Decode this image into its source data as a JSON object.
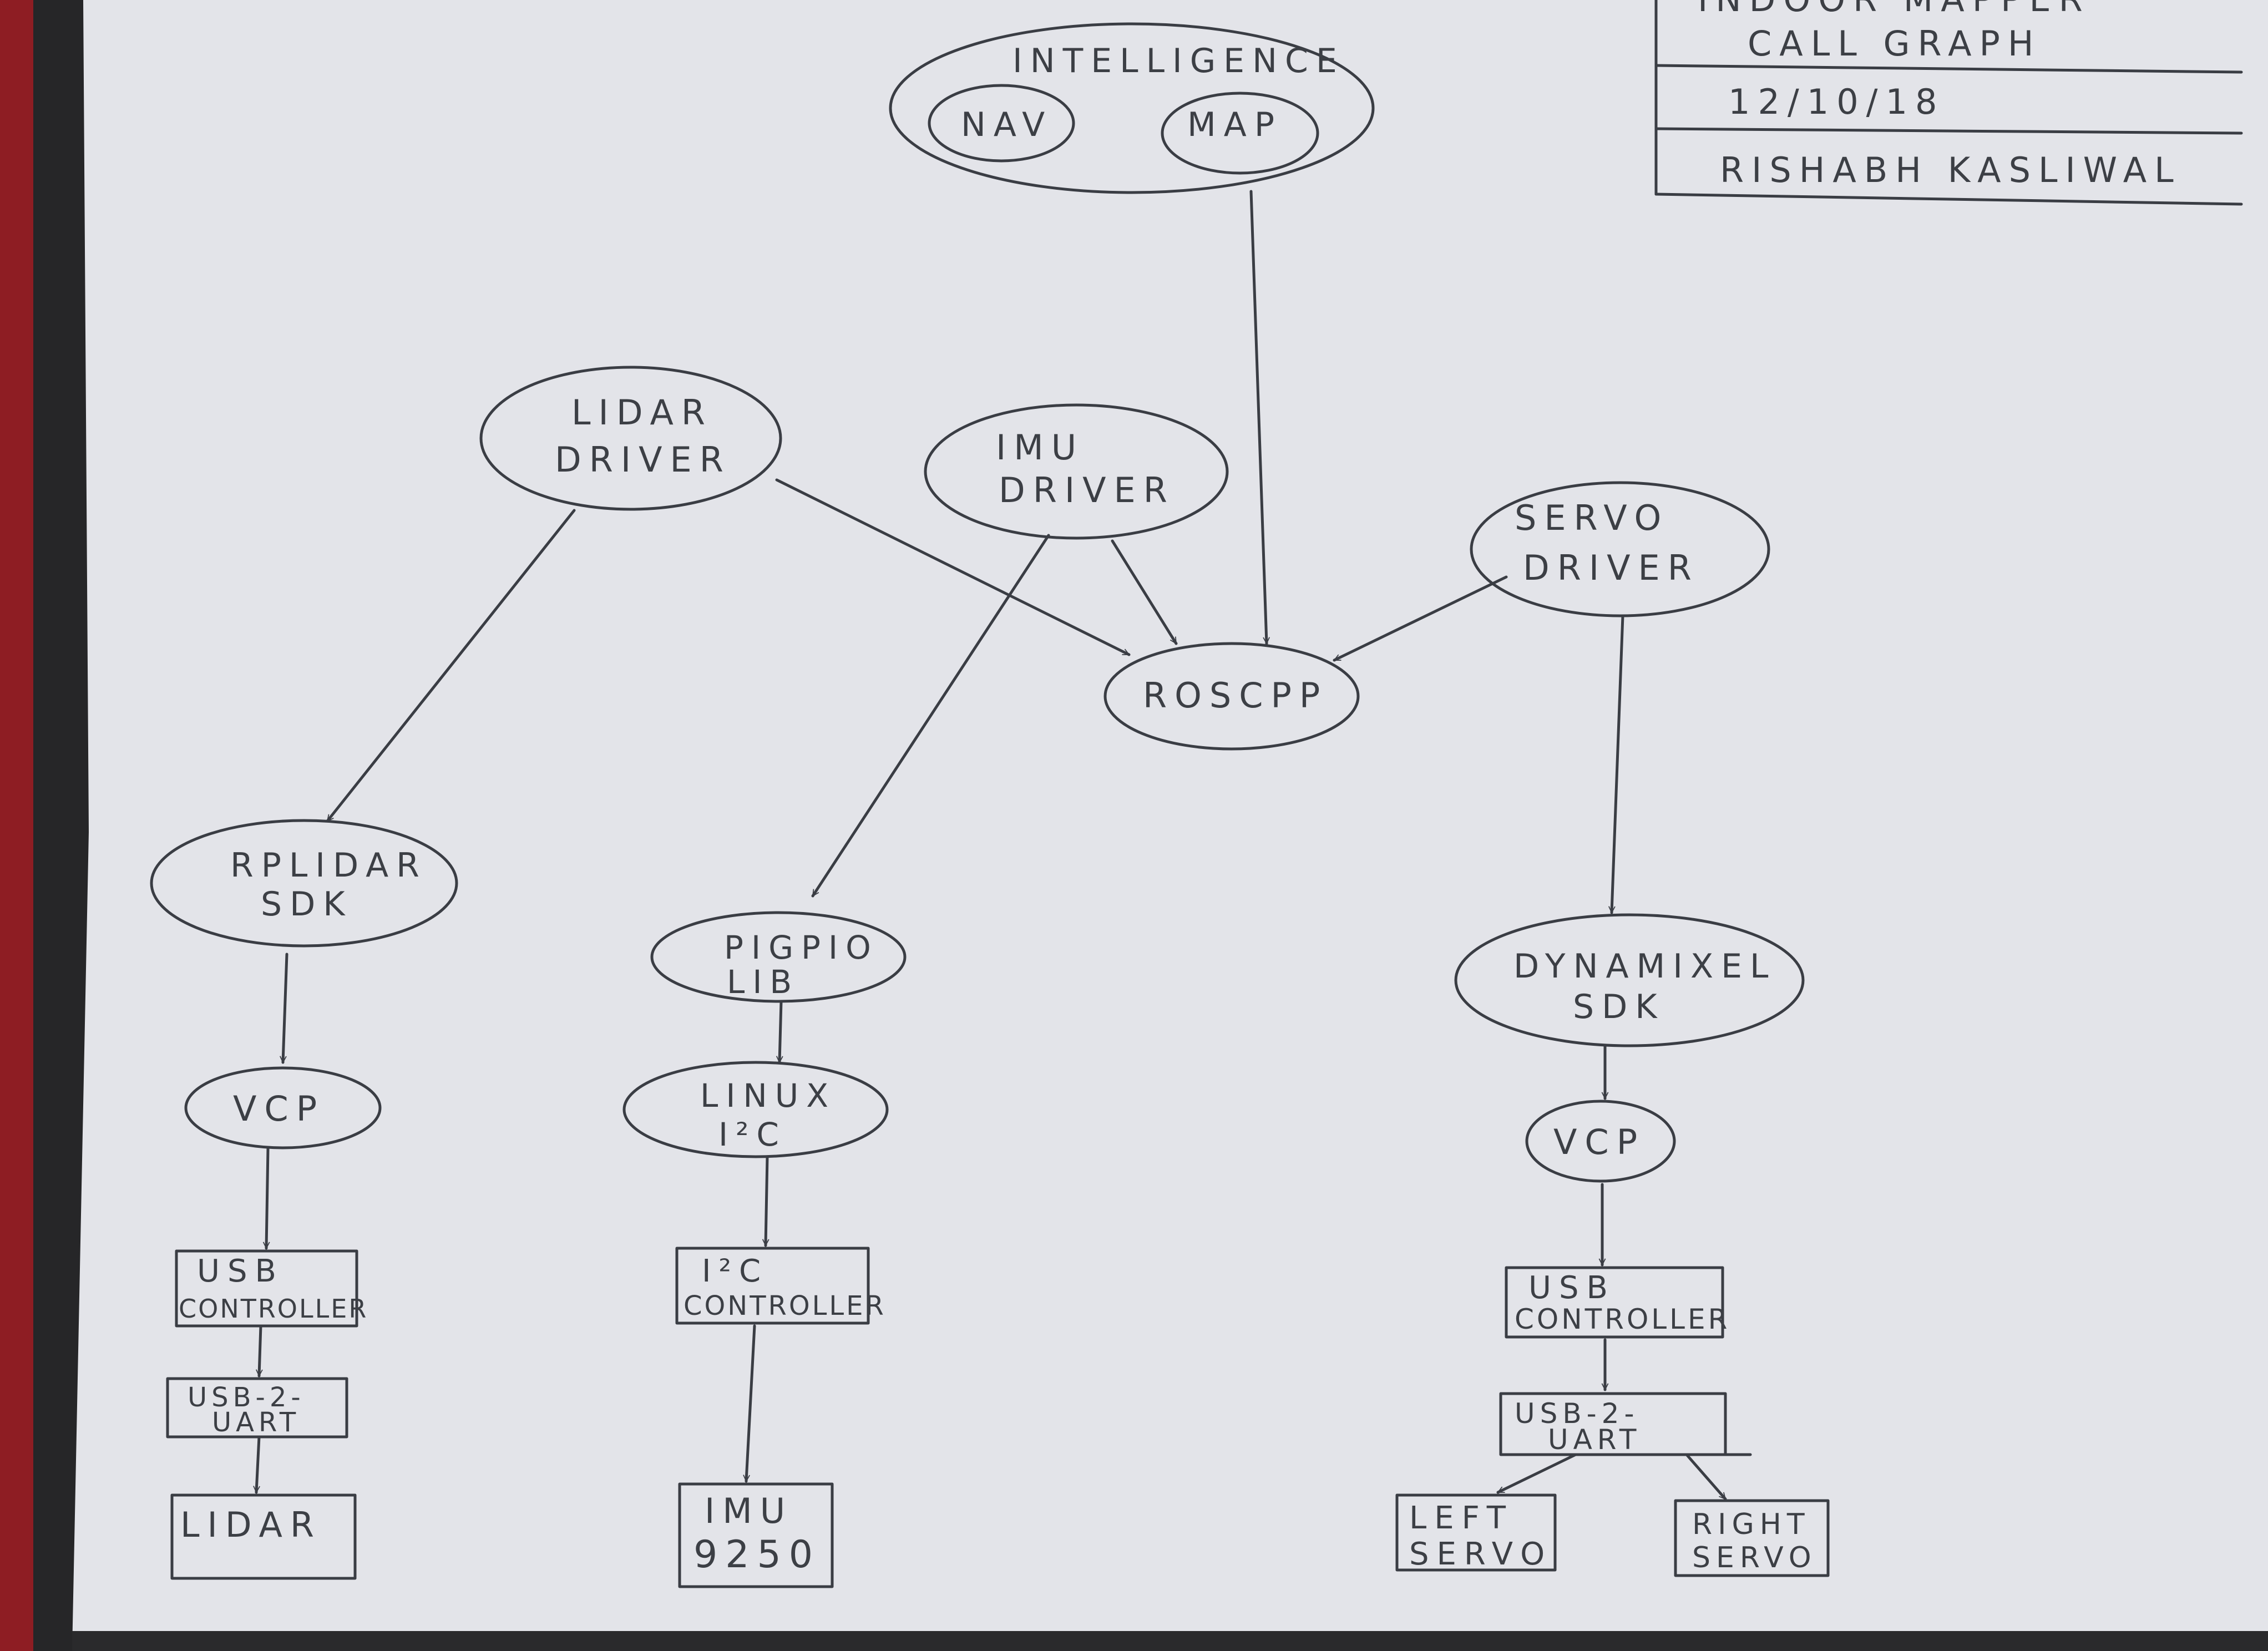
{
  "title_block": {
    "line1": "INDOOR MAPPER",
    "line2": "CALL GRAPH",
    "date": "12/10/18",
    "author": "RISHABH KASLIWAL"
  },
  "nodes": {
    "intelligence": {
      "label": "INTELLIGENCE"
    },
    "nav": {
      "label": "NAV"
    },
    "map": {
      "label": "MAP"
    },
    "lidar_driver": {
      "line1": "LIDAR",
      "line2": "DRIVER"
    },
    "imu_driver": {
      "line1": "IMU",
      "line2": "DRIVER"
    },
    "servo_driver": {
      "line1": "SERVO",
      "line2": "DRIVER"
    },
    "roscpp": {
      "label": "ROSCPP"
    },
    "rplidar_sdk": {
      "line1": "RPLIDAR",
      "line2": "SDK"
    },
    "pigpio_lib": {
      "line1": "PIGPIO",
      "line2": "LIB"
    },
    "dynamixel_sdk": {
      "line1": "DYNAMIXEL",
      "line2": "SDK"
    },
    "vcp_left": {
      "label": "VCP"
    },
    "linux_i2c": {
      "line1": "LINUX",
      "line2": "I²C"
    },
    "vcp_right": {
      "label": "VCP"
    },
    "usb_controller_left": {
      "line1": "USB",
      "line2": "CONTROLLER"
    },
    "i2c_controller": {
      "line1": "I²C",
      "line2": "CONTROLLER"
    },
    "usb_controller_right": {
      "line1": "USB",
      "line2": "CONTROLLER"
    },
    "usb2uart_left": {
      "line1": "USB-2-",
      "line2": "UART"
    },
    "usb2uart_right": {
      "line1": "USB-2-",
      "line2": "UART"
    },
    "lidar": {
      "label": "LIDAR"
    },
    "imu_9250": {
      "line1": "IMU",
      "line2": "9250"
    },
    "left_servo": {
      "line1": "LEFT",
      "line2": "SERVO"
    },
    "right_servo": {
      "line1": "RIGHT",
      "line2": "SERVO"
    }
  },
  "edges": [
    {
      "from": "map",
      "to": "roscpp"
    },
    {
      "from": "lidar_driver",
      "to": "roscpp"
    },
    {
      "from": "imu_driver",
      "to": "roscpp"
    },
    {
      "from": "servo_driver",
      "to": "roscpp"
    },
    {
      "from": "lidar_driver",
      "to": "rplidar_sdk"
    },
    {
      "from": "imu_driver",
      "to": "pigpio_lib"
    },
    {
      "from": "servo_driver",
      "to": "dynamixel_sdk"
    },
    {
      "from": "rplidar_sdk",
      "to": "vcp_left"
    },
    {
      "from": "vcp_left",
      "to": "usb_controller_left"
    },
    {
      "from": "usb_controller_left",
      "to": "usb2uart_left"
    },
    {
      "from": "usb2uart_left",
      "to": "lidar"
    },
    {
      "from": "pigpio_lib",
      "to": "linux_i2c"
    },
    {
      "from": "linux_i2c",
      "to": "i2c_controller"
    },
    {
      "from": "i2c_controller",
      "to": "imu_9250"
    },
    {
      "from": "dynamixel_sdk",
      "to": "vcp_right"
    },
    {
      "from": "vcp_right",
      "to": "usb_controller_right"
    },
    {
      "from": "usb_controller_right",
      "to": "usb2uart_right"
    },
    {
      "from": "usb2uart_right",
      "to": "left_servo"
    },
    {
      "from": "usb2uart_right",
      "to": "right_servo"
    }
  ],
  "colors": {
    "paper": "#e4e5ea",
    "ink": "#3a3d44",
    "background": "#2b2b2d"
  }
}
